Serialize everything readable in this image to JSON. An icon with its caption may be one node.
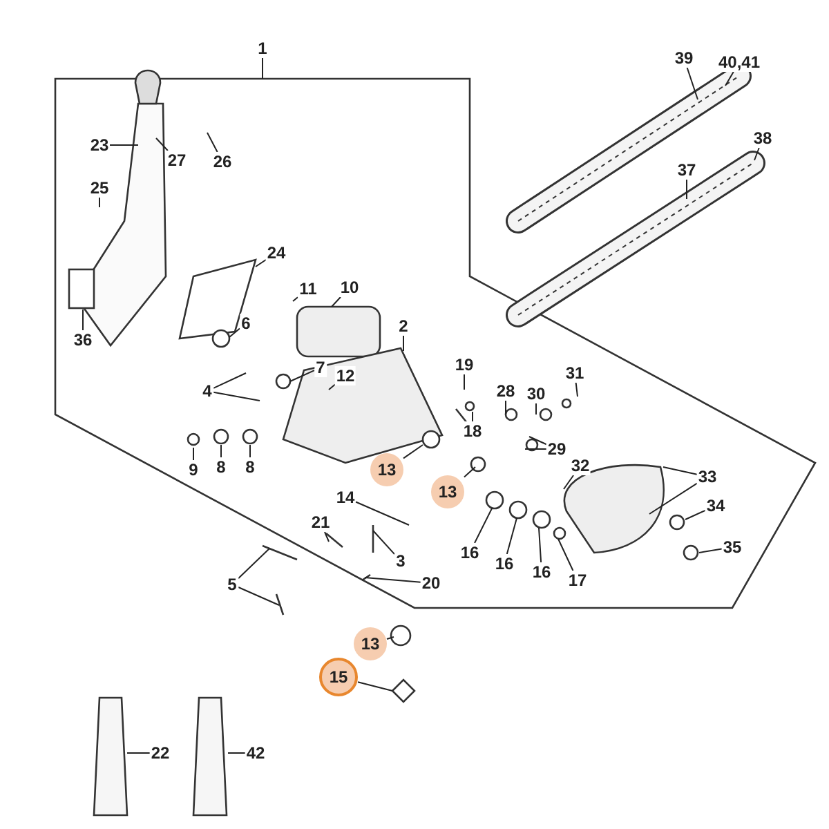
{
  "diagram": {
    "nodes": [
      {
        "text": [
          "1"
        ]
      },
      {
        "text": [
          "40,41"
        ]
      },
      {
        "text": [
          "39"
        ]
      },
      {
        "text": [
          "38"
        ]
      },
      {
        "text": [
          "37"
        ]
      },
      {
        "text": [
          "23"
        ]
      },
      {
        "text": [
          "27"
        ]
      },
      {
        "text": [
          "26"
        ]
      },
      {
        "text": [
          "25"
        ]
      },
      {
        "text": [
          "24"
        ]
      },
      {
        "text": [
          "36"
        ]
      },
      {
        "text": [
          "11"
        ]
      },
      {
        "text": [
          "10"
        ]
      },
      {
        "text": [
          "6"
        ]
      },
      {
        "text": [
          "2"
        ]
      },
      {
        "text": [
          "7"
        ]
      },
      {
        "text": [
          "19"
        ]
      },
      {
        "text": [
          "12"
        ]
      },
      {
        "text": [
          "28"
        ]
      },
      {
        "text": [
          "30"
        ]
      },
      {
        "text": [
          "31"
        ]
      },
      {
        "text": [
          "4"
        ]
      },
      {
        "text": [
          "18"
        ]
      },
      {
        "text": [
          "29"
        ]
      },
      {
        "text": [
          "9"
        ]
      },
      {
        "text": [
          "8"
        ]
      },
      {
        "text": [
          "8"
        ]
      },
      {
        "text": [
          "13"
        ]
      },
      {
        "text": [
          "32"
        ]
      },
      {
        "text": [
          "14"
        ]
      },
      {
        "text": [
          "13"
        ]
      },
      {
        "text": [
          "33"
        ]
      },
      {
        "text": [
          "16"
        ]
      },
      {
        "text": [
          "16"
        ]
      },
      {
        "text": [
          "16"
        ]
      },
      {
        "text": [
          "21"
        ]
      },
      {
        "text": [
          "3"
        ]
      },
      {
        "text": [
          "34"
        ]
      },
      {
        "text": [
          "35"
        ]
      },
      {
        "text": [
          "17"
        ]
      },
      {
        "text": [
          "20"
        ]
      },
      {
        "text": [
          "5"
        ]
      },
      {
        "text": [
          "13"
        ]
      },
      {
        "text": [
          "15"
        ]
      },
      {
        "text": [
          "22"
        ]
      },
      {
        "text": [
          "42"
        ]
      }
    ],
    "edges": [
      {
        "from": 0,
        "to": null,
        "arrow": "none"
      },
      {
        "from": 1,
        "to": null,
        "arrow": "none"
      },
      {
        "from": 2,
        "to": null,
        "arrow": "none"
      },
      {
        "from": 3,
        "to": null,
        "arrow": "none"
      },
      {
        "from": 4,
        "to": null,
        "arrow": "none"
      },
      {
        "from": 5,
        "to": null,
        "arrow": "none"
      },
      {
        "from": 6,
        "to": null,
        "arrow": "none"
      },
      {
        "from": 7,
        "to": null,
        "arrow": "none"
      },
      {
        "from": 8,
        "to": null,
        "arrow": "none"
      },
      {
        "from": 9,
        "to": null,
        "arrow": "none"
      },
      {
        "from": 10,
        "to": null,
        "arrow": "none"
      },
      {
        "from": 11,
        "to": null,
        "arrow": "none"
      },
      {
        "from": 12,
        "to": null,
        "arrow": "none"
      },
      {
        "from": 13,
        "to": null,
        "arrow": "none"
      },
      {
        "from": 14,
        "to": null,
        "arrow": "none"
      },
      {
        "from": 15,
        "to": null,
        "arrow": "none"
      },
      {
        "from": 16,
        "to": null,
        "arrow": "none"
      },
      {
        "from": 17,
        "to": null,
        "arrow": "none"
      },
      {
        "from": 18,
        "to": null,
        "arrow": "none"
      },
      {
        "from": 19,
        "to": null,
        "arrow": "none"
      },
      {
        "from": 20,
        "to": null,
        "arrow": "none"
      },
      {
        "from": 21,
        "to": null,
        "arrow": "none"
      },
      {
        "from": 21,
        "to": null,
        "arrow": "none"
      },
      {
        "from": 22,
        "to": null,
        "arrow": "none"
      },
      {
        "from": 23,
        "to": null,
        "arrow": "none"
      },
      {
        "from": 23,
        "to": null,
        "arrow": "none"
      },
      {
        "from": 24,
        "to": null,
        "arrow": "none"
      },
      {
        "from": 25,
        "to": null,
        "arrow": "none"
      },
      {
        "from": 26,
        "to": null,
        "arrow": "none"
      },
      {
        "from": 27,
        "to": null,
        "arrow": "none"
      },
      {
        "from": 28,
        "to": null,
        "arrow": "none"
      },
      {
        "from": 29,
        "to": null,
        "arrow": "none"
      },
      {
        "from": 30,
        "to": null,
        "arrow": "none"
      },
      {
        "from": 31,
        "to": null,
        "arrow": "none"
      },
      {
        "from": 31,
        "to": null,
        "arrow": "none"
      },
      {
        "from": 32,
        "to": null,
        "arrow": "none"
      },
      {
        "from": 33,
        "to": null,
        "arrow": "none"
      },
      {
        "from": 34,
        "to": null,
        "arrow": "none"
      },
      {
        "from": 35,
        "to": null,
        "arrow": "none"
      },
      {
        "from": 36,
        "to": null,
        "arrow": "none"
      },
      {
        "from": 37,
        "to": null,
        "arrow": "none"
      },
      {
        "from": 38,
        "to": null,
        "arrow": "none"
      },
      {
        "from": 39,
        "to": null,
        "arrow": "none"
      },
      {
        "from": 40,
        "to": null,
        "arrow": "none"
      },
      {
        "from": 41,
        "to": null,
        "arrow": "none"
      },
      {
        "from": 41,
        "to": null,
        "arrow": "none"
      },
      {
        "from": 42,
        "to": null,
        "arrow": "none"
      },
      {
        "from": 43,
        "to": null,
        "arrow": "none"
      },
      {
        "from": 44,
        "to": null,
        "arrow": "none"
      },
      {
        "from": 45,
        "to": null,
        "arrow": "none"
      }
    ]
  }
}
